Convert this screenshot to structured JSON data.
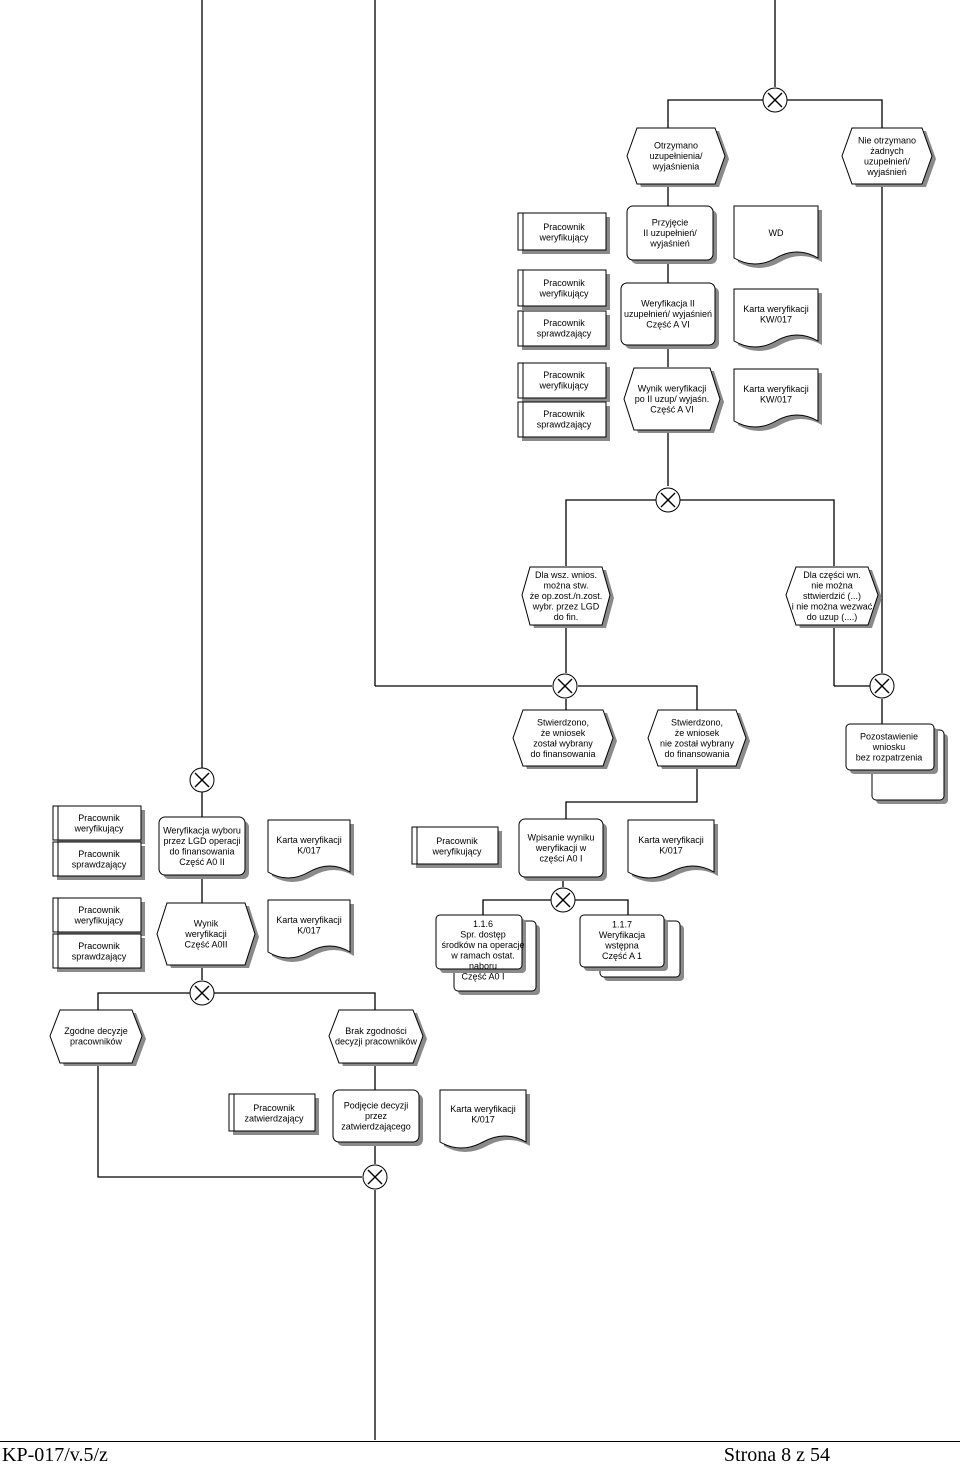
{
  "nodes": {
    "otrzymano": "Otrzymano\nuzupełnienia/\nwyjaśnienia",
    "nie_otrzymano": "Nie otrzymano\nżadnych\nuzupełnień/\nwyjaśnień",
    "pw1": "Pracownik\nweryfikujący",
    "przyjecie": "Przyjęcie\nII uzupełnień/\nwyjaśnień",
    "wd": "WD",
    "pw2": "Pracownik\nweryfikujący",
    "ps2": "Pracownik\nsprawdzający",
    "weryfikacja2": "Weryfikacja II\nuzupełnień/ wyjaśnień\nCzęść A VI",
    "karta1": "Karta weryfikacji\nKW/017",
    "pw3": "Pracownik\nweryfikujący",
    "ps3": "Pracownik\nsprawdzający",
    "wynik2": "Wynik weryfikacji\npo II uzup/ wyjaśn.\nCzęść A VI",
    "karta2": "Karta weryfikacji\nKW/017",
    "dla_wsz": "Dla wsz. wnios.\nmożna stw.\nże op.zost./n.zost.\nwybr. przez LGD\ndo fin.",
    "dla_czesci": "Dla części wn.\nnie można\nsttwierdzić (...)\ni nie można wezwać\ndo uzup (....)",
    "stw_wybrany": "Stwierdzono,\nże wniosek\nzostał wybrany\ndo finansowania",
    "stw_nie": "Stwierdzono,\nże wniosek\nnie został wybrany\ndo finansowania",
    "pozostawienie": "Pozostawienie\nwniosku\nbez rozpatrzenia",
    "pw4": "Pracownik\nweryfikujący",
    "ps4": "Pracownik\nsprawdzający",
    "weryf_wyboru": "Weryfikacja wyboru\nprzez LGD operacji\ndo finansowania\nCzęść A0 II",
    "karta3": "Karta weryfikacji\nK/017",
    "pw5": "Pracownik\nweryfikujący",
    "wpisanie": "Wpisanie wyniku\nweryfikacji w\nczęści A0 I",
    "karta4": "Karta weryfikacji\nK/017",
    "pw6": "Pracownik\nweryfikujący",
    "ps6": "Pracownik\nsprawdzający",
    "wynik_a0": "Wynik\nweryfikacji\nCzęść A0II",
    "karta5": "Karta weryfikacji\nK/017",
    "p116": "1.1.6\nSpr. dostęp\nśrodków na operację\nw ramach ostat.\nnaboru\nCzęść A0 I",
    "p117": "1.1.7\nWeryfikacja\nwstępna\nCzęść A 1",
    "zgodne": "Zgodne decyzje\npracowników",
    "brak": "Brak zgodności\ndecyzji pracowników",
    "pz": "Pracownik\nzatwierdzający",
    "podjecie": "Podjęcie decyzji\nprzez\nzatwierdzającego",
    "karta6": "Karta weryfikacji\nK/017"
  },
  "footer": {
    "left": "KP-017/v.5/z",
    "right": "Strona 8 z 54"
  }
}
